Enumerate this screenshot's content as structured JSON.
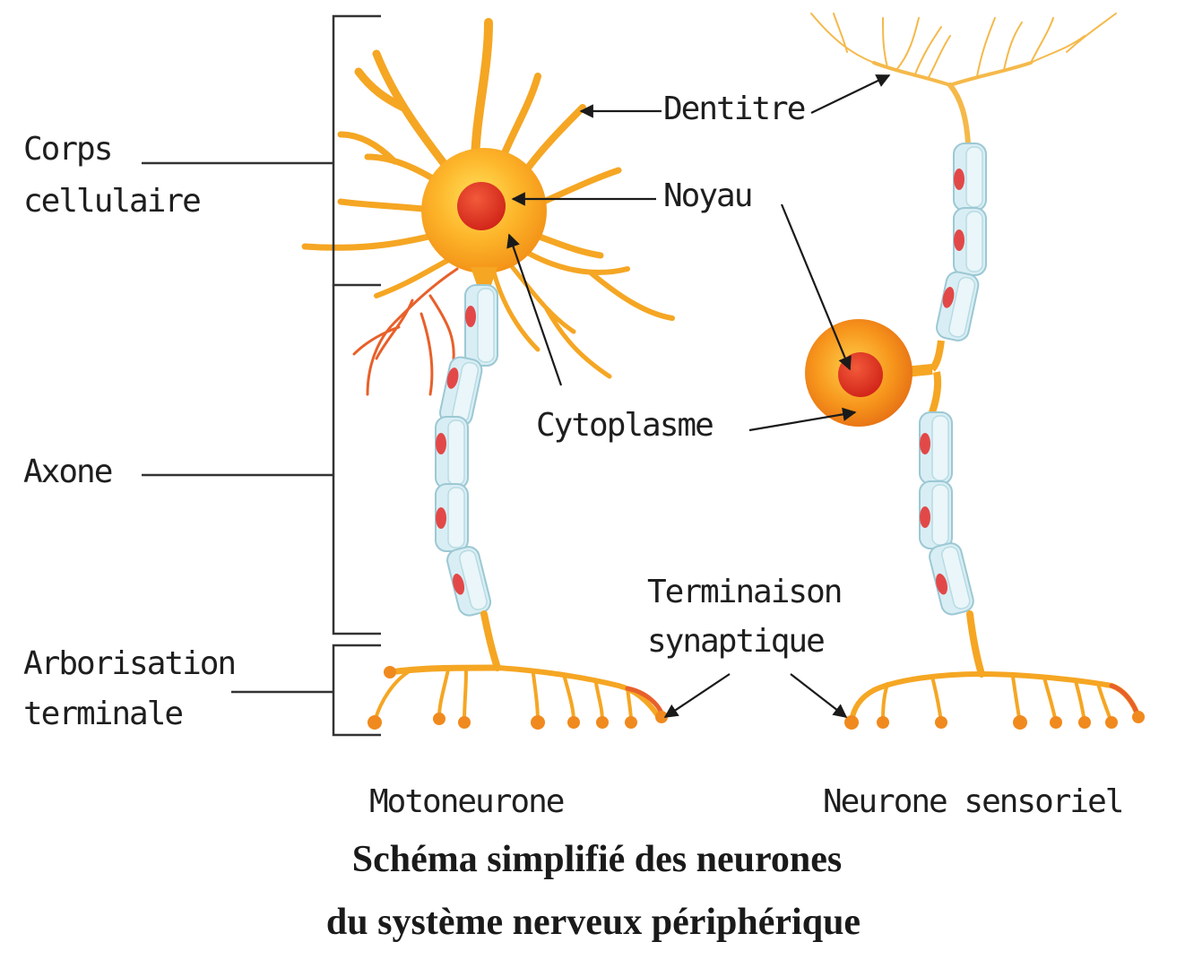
{
  "labels": {
    "corps_line1": "Corps",
    "corps_line2": "cellulaire",
    "axone": "Axone",
    "arbor_line1": "Arborisation",
    "arbor_line2": "terminale",
    "dentitre": "Dentitre",
    "noyau": "Noyau",
    "cytoplasme": "Cytoplasme",
    "term_line1": "Terminaison",
    "term_line2": "synaptique",
    "motoneurone": "Motoneurone",
    "sensoriel": "Neurone sensoriel"
  },
  "caption": {
    "line1": "Schéma simplifié des neurones",
    "line2": "du système nerveux périphérique"
  },
  "colors": {
    "cell_body": "#F7A21B",
    "cell_body_light": "#FFD34A",
    "nucleus": "#E0301E",
    "dendrite": "#F5A623",
    "dendrite_tip": "#E8602A",
    "myelin": "#D8EEF4",
    "myelin_edge": "#9CC8D4",
    "schwann_nucleus": "#E34848"
  }
}
